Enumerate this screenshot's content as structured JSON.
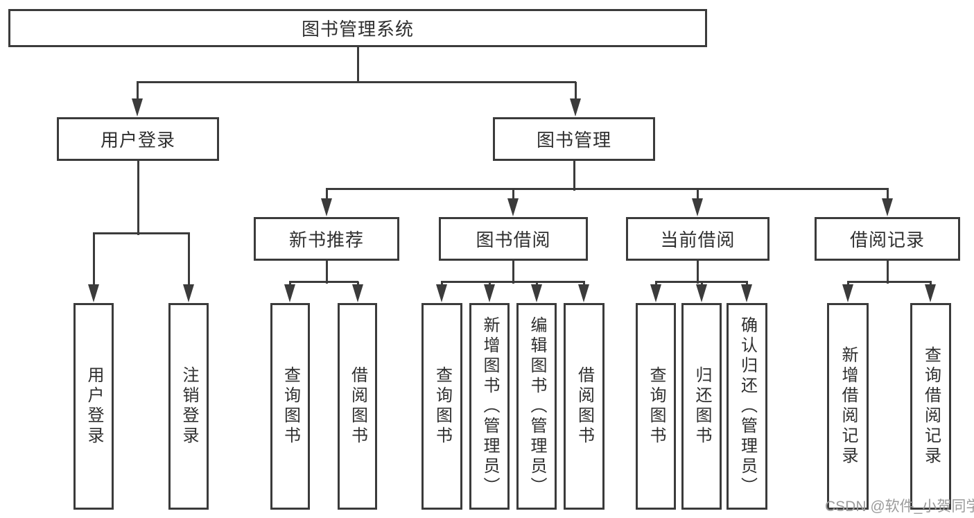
{
  "diagram": {
    "nodes": {
      "root": "图书管理系统",
      "user_login": "用户登录",
      "book_mgmt": "图书管理",
      "new_book_rec": "新书推荐",
      "book_borrow": "图书借阅",
      "current_borrow": "当前借阅",
      "borrow_records": "借阅记录",
      "leaf_user_login": "用户登录",
      "leaf_logout": "注销登录",
      "leaf_query_book_1": "查询图书",
      "leaf_borrow_book_1": "借阅图书",
      "leaf_query_book_2": "查询图书",
      "leaf_add_book": "新增图书（管理员）",
      "leaf_edit_book": "编辑图书（管理员）",
      "leaf_borrow_book_2": "借阅图书",
      "leaf_query_book_3": "查询图书",
      "leaf_return_book": "归还图书",
      "leaf_confirm_return": "确认归还（管理员）",
      "leaf_add_borrow_record": "新增借阅记录",
      "leaf_query_borrow_record": "查询借阅记录"
    },
    "hierarchy": {
      "图书管理系统": {
        "用户登录": [
          "用户登录",
          "注销登录"
        ],
        "图书管理": {
          "新书推荐": [
            "查询图书",
            "借阅图书"
          ],
          "图书借阅": [
            "查询图书",
            "新增图书（管理员）",
            "编辑图书（管理员）",
            "借阅图书"
          ],
          "当前借阅": [
            "查询图书",
            "归还图书",
            "确认归还（管理员）"
          ],
          "借阅记录": [
            "新增借阅记录",
            "查询借阅记录"
          ]
        }
      }
    },
    "line_color": "#3b3b3b",
    "text_color": "#2f2f2f",
    "background_color": "#ffffff"
  },
  "watermark": {
    "text": "CSDN @软件_小贺同学",
    "color": "#9b9b9b"
  }
}
